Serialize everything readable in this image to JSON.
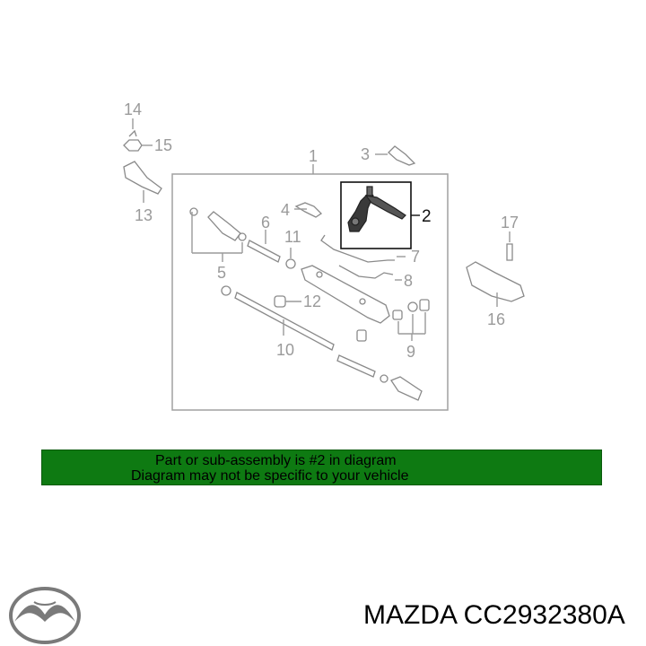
{
  "diagram": {
    "callouts": [
      "1",
      "2",
      "3",
      "4",
      "5",
      "6",
      "7",
      "8",
      "9",
      "10",
      "11",
      "12",
      "13",
      "14",
      "15",
      "16",
      "17"
    ],
    "highlighted_callout": "2",
    "highlight_color": "#000000"
  },
  "banner": {
    "line1": "Part or sub-assembly is #2 in diagram",
    "line2": "Diagram may not be specific to your vehicle",
    "background": "#0e7a12"
  },
  "brand": {
    "logo": "mazda-logo-icon",
    "part_label": "MAZDA CC2932380A"
  }
}
